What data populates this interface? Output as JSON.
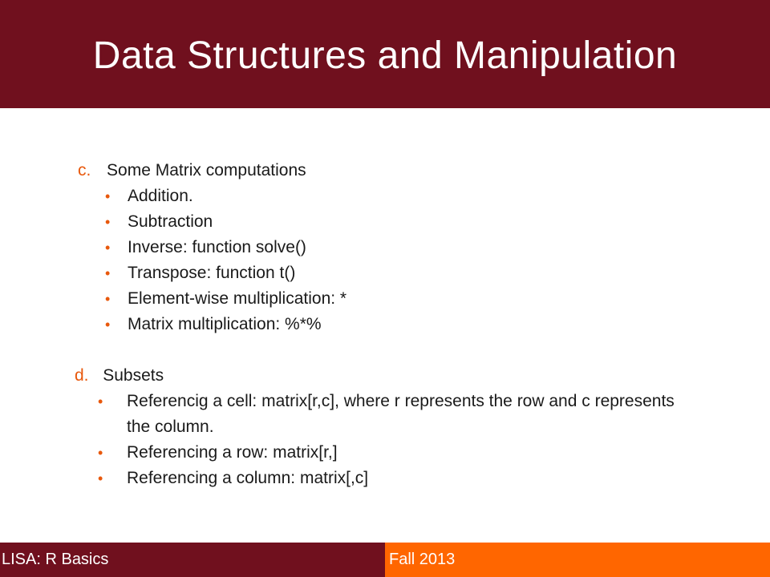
{
  "slide": {
    "title": "Data Structures and Manipulation",
    "sections": [
      {
        "marker": "c.",
        "heading": "Some Matrix computations",
        "bullets": [
          "Addition.",
          "Subtraction",
          "Inverse: function solve()",
          "Transpose: function t()",
          "Element-wise multiplication: *",
          "Matrix multiplication: %*%"
        ]
      },
      {
        "marker": "d.",
        "heading": "Subsets",
        "bullets": [
          "Referencig a cell: matrix[r,c], where r represents the row and c represents the column.",
          "Referencing a row: matrix[r,]",
          "Referencing a column: matrix[,c]"
        ]
      }
    ]
  },
  "footer": {
    "left_text": "LISA: R Basics",
    "right_text": "Fall 2013"
  },
  "colors": {
    "title_band": "#70101e",
    "footer_left": "#70101e",
    "footer_right": "#ff6600",
    "accent": "#e8580c"
  }
}
